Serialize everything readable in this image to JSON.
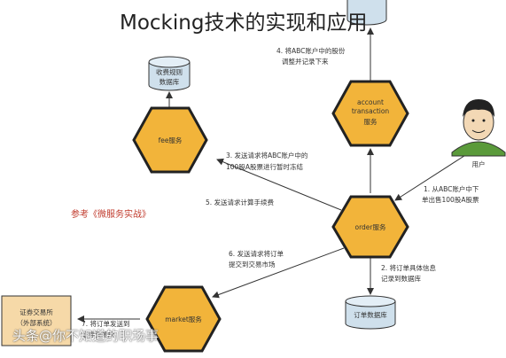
{
  "title": "Mocking技术的实现和应用",
  "services": {
    "account": [
      "account",
      "transaction",
      "服务"
    ],
    "fee": "fee服务",
    "order": "order服务",
    "market": "market服务"
  },
  "databases": {
    "top": "",
    "fee_db": [
      "收费规则",
      "数据库"
    ],
    "order_db": "订单数据库"
  },
  "exchange_box": [
    "证券交易所",
    "（外部系统）"
  ],
  "user_label": "用户",
  "arrow_labels": {
    "a1": [
      "1. 从ABC账户中下",
      "单出售100股A股票"
    ],
    "a2": [
      "2. 将订单具体信息",
      "记录到数据库"
    ],
    "a3": [
      "3. 发送请求将ABC账户中的",
      "100股A股票进行暂时冻结"
    ],
    "a4": [
      "4. 将ABC账户中的股份",
      "调整并记录下来"
    ],
    "a5": "5. 发送请求计算手续费",
    "a6": [
      "6. 发送请求将订单",
      "提交到交易市场"
    ],
    "a7": [
      "7. 将订单发送到",
      "证券交易所"
    ]
  },
  "reference_note": "参考《微服务实战》",
  "watermark": "头条@你不知道的职场事"
}
